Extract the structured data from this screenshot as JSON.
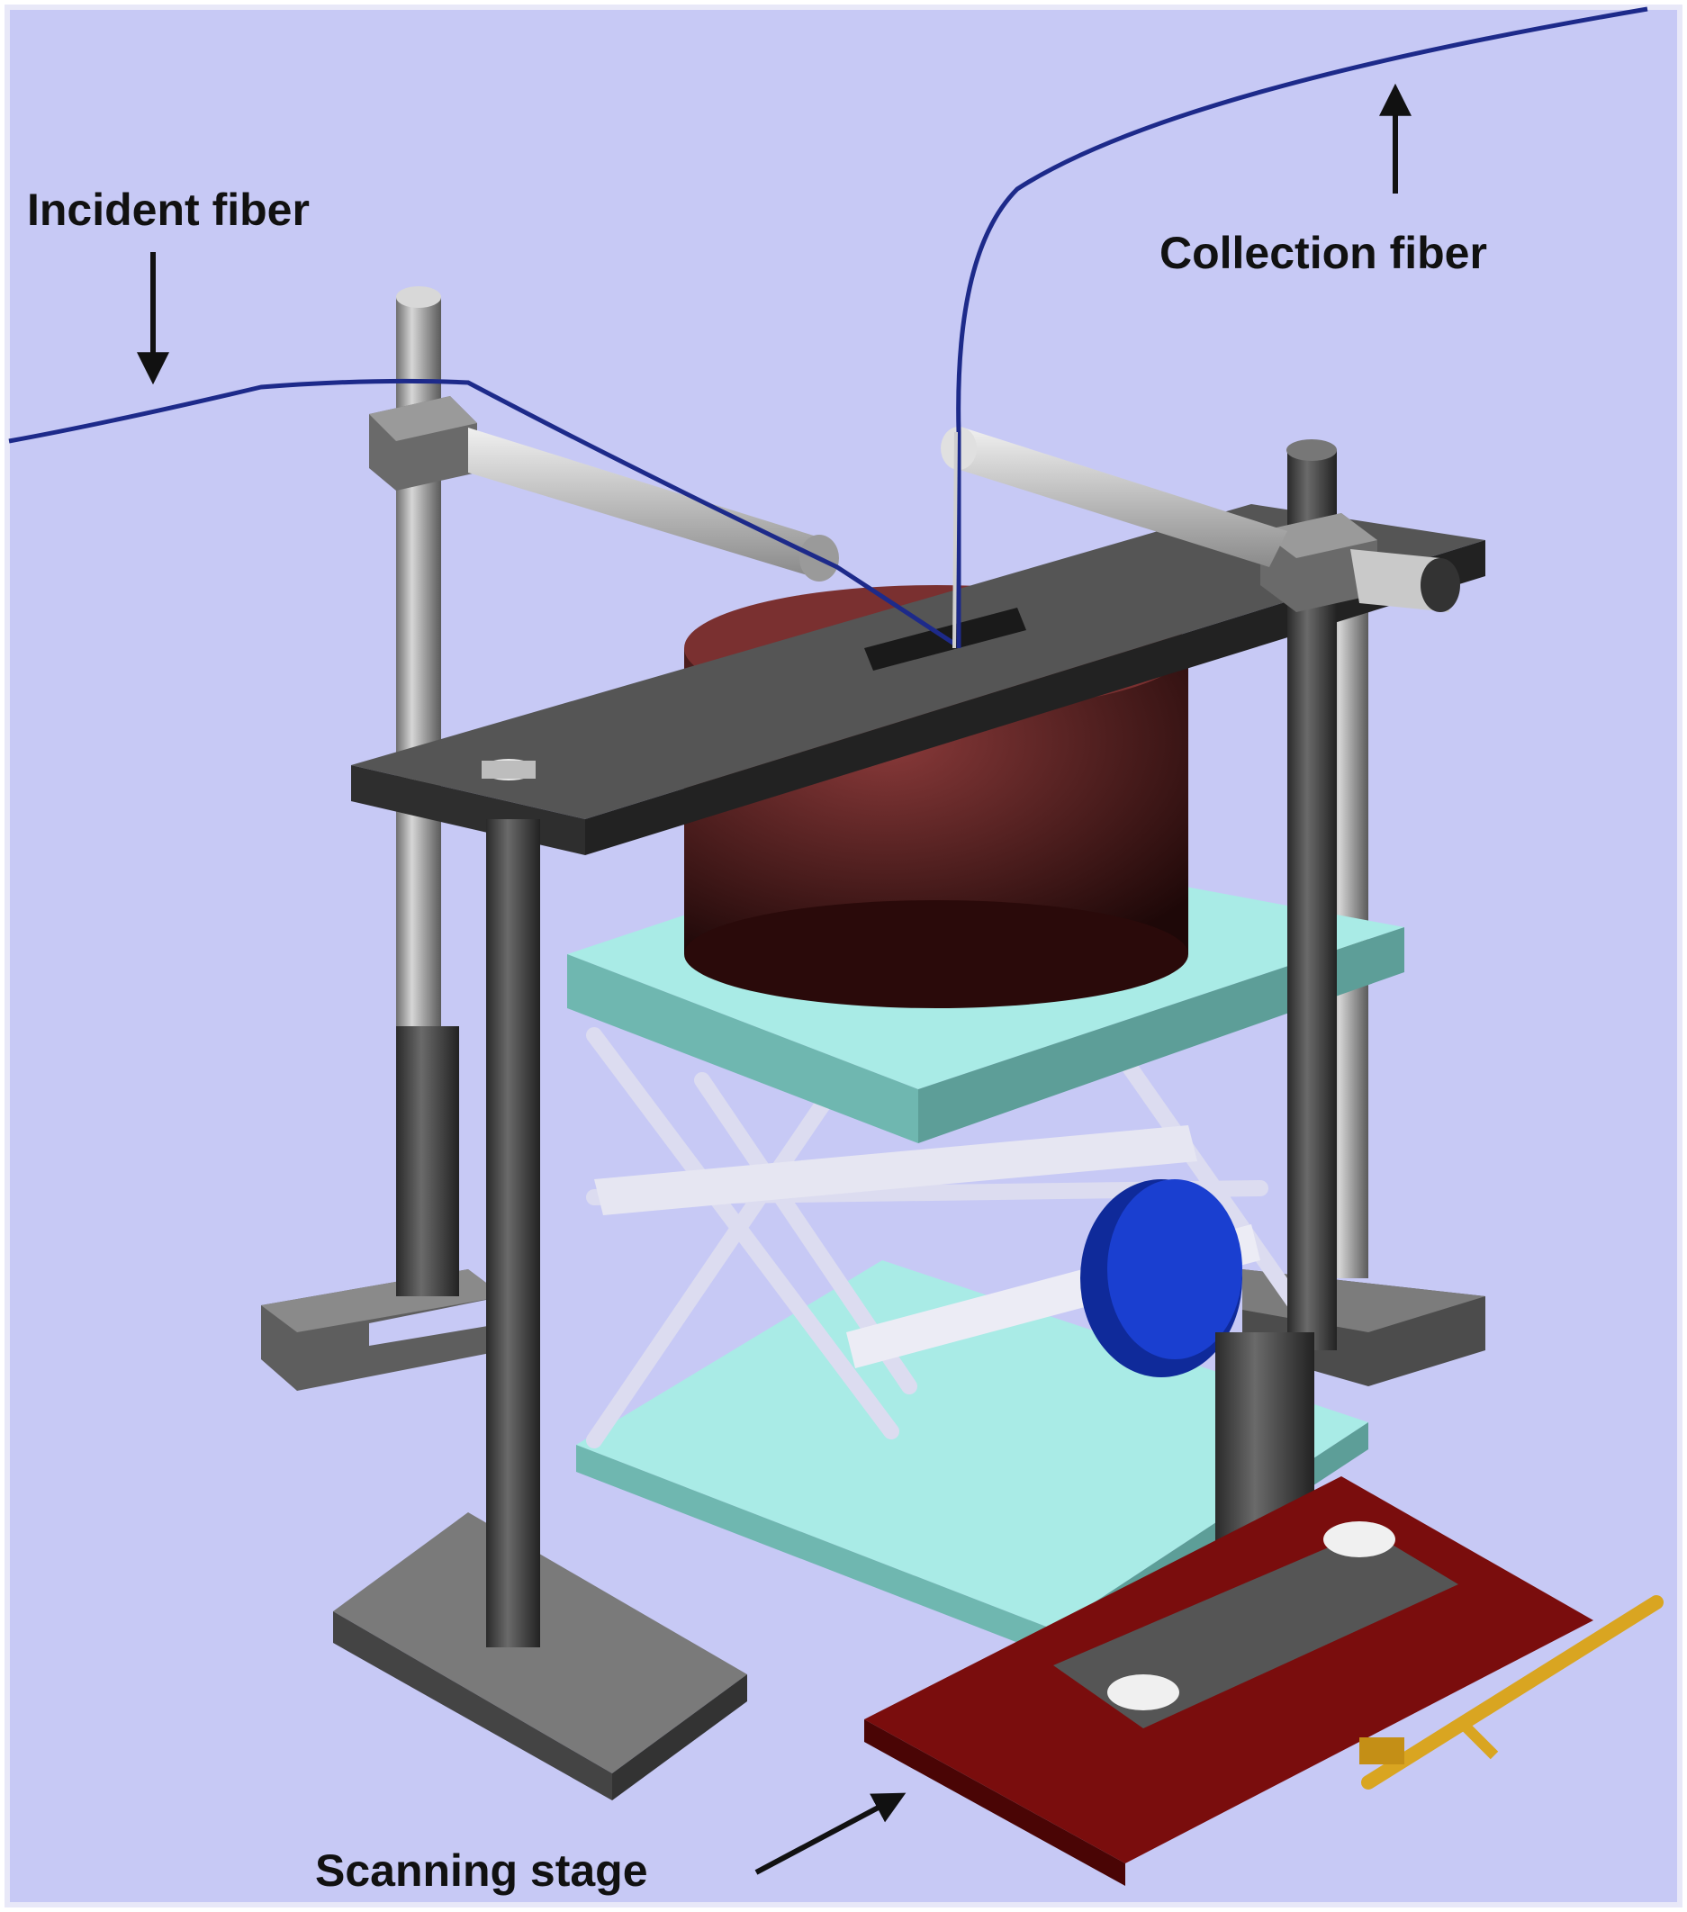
{
  "labels": {
    "incident_fiber": "Incident fiber",
    "collection_fiber": "Collection fiber",
    "scanning_stage": "Scanning stage"
  },
  "colors": {
    "background": "#c7c9f5",
    "fiber": "#1d2a8a",
    "post": "#8f8f8f",
    "dark_bar": "#3c3c3c",
    "platform_top": "#a9ebe6",
    "platform_side": "#6fb7b0",
    "sample": "#5a1c1c",
    "knob": "#1a3fd0",
    "scan_plate": "#7a0d0d",
    "micrometer": "#d9a521"
  }
}
